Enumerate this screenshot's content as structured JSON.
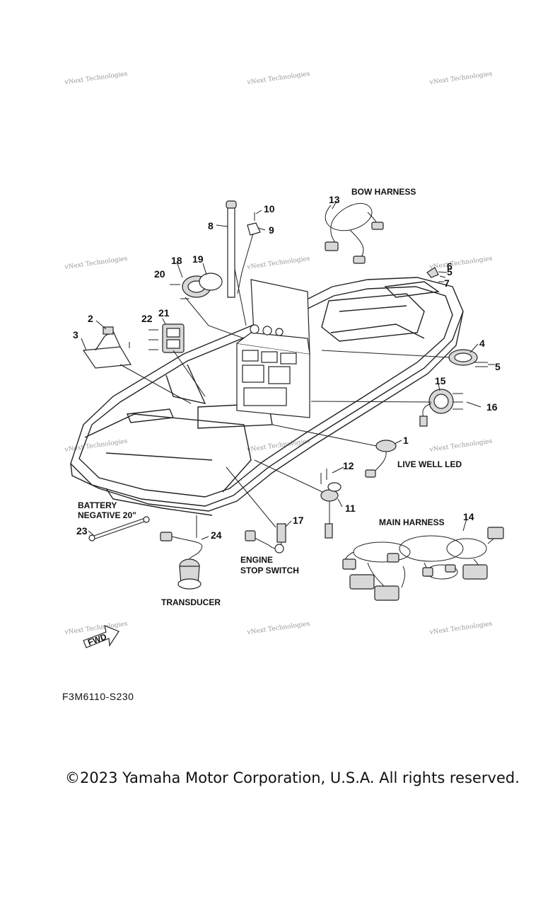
{
  "watermark": {
    "text": "vNext Technologies"
  },
  "callouts": [
    {
      "num": "1"
    },
    {
      "num": "2"
    },
    {
      "num": "3"
    },
    {
      "num": "4"
    },
    {
      "num": "5"
    },
    {
      "num": "5"
    },
    {
      "num": "6"
    },
    {
      "num": "7"
    },
    {
      "num": "8"
    },
    {
      "num": "9"
    },
    {
      "num": "10"
    },
    {
      "num": "11"
    },
    {
      "num": "12"
    },
    {
      "num": "13"
    },
    {
      "num": "14"
    },
    {
      "num": "15"
    },
    {
      "num": "16"
    },
    {
      "num": "17"
    },
    {
      "num": "18"
    },
    {
      "num": "19"
    },
    {
      "num": "20"
    },
    {
      "num": "21"
    },
    {
      "num": "22"
    },
    {
      "num": "23"
    },
    {
      "num": "24"
    }
  ],
  "labels": {
    "bow_harness": "BOW HARNESS",
    "main_harness": "MAIN HARNESS",
    "live_well_led": "LIVE WELL LED",
    "battery_line1": "BATTERY",
    "battery_line2": "NEGATIVE 20\"",
    "engine_line1": "ENGINE",
    "engine_line2": "STOP SWITCH",
    "transducer": "TRANSDUCER",
    "fwd": "FWD"
  },
  "figure_code": "F3M6110-S230",
  "copyright": "©2023 Yamaha Motor Corporation, U.S.A. All rights reserved."
}
